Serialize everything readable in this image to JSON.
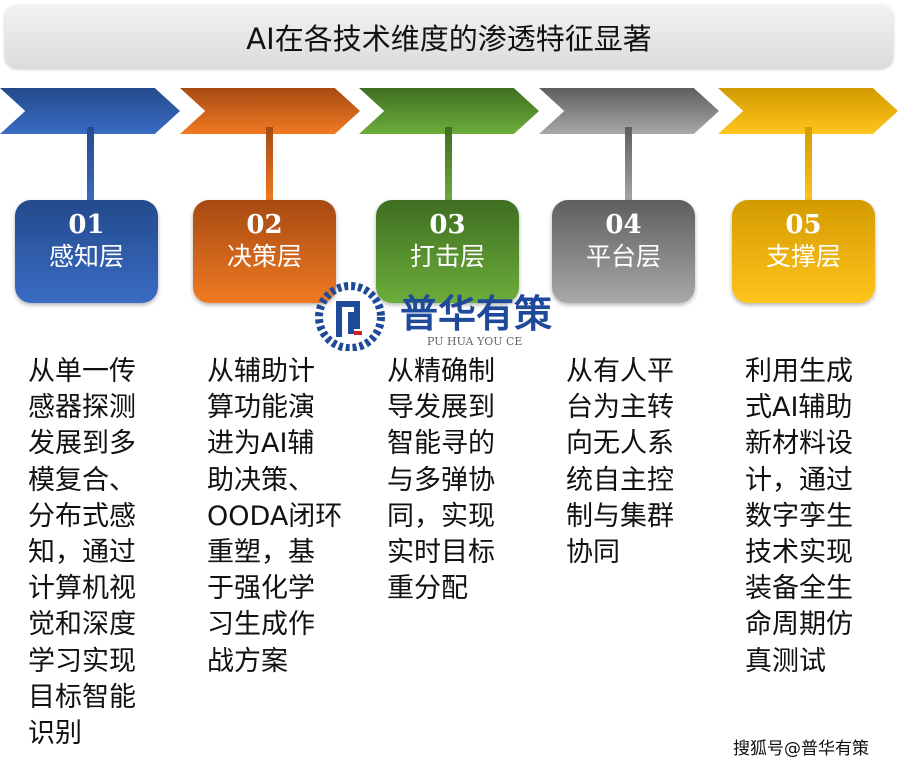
{
  "title": "AI在各技术维度的渗透特征显著",
  "colors": {
    "blue": "#3a6cc4",
    "orange": "#f07a22",
    "green": "#6cad3a",
    "gray": "#a8a8a8",
    "yellow": "#ffc51c"
  },
  "layers": [
    {
      "num": "01",
      "label": "感知层",
      "desc": [
        "从单一传",
        "感器探测",
        "发展到多",
        "模复合、",
        "分布式感",
        "知，通过",
        "计算机视",
        "觉和深度",
        "学习实现",
        "目标智能",
        "识别"
      ]
    },
    {
      "num": "02",
      "label": "决策层",
      "desc": [
        "从辅助计",
        "算功能演",
        "进为AI辅",
        "助决策、",
        "OODA闭环",
        "重塑，基",
        "于强化学",
        "习生成作",
        "战方案"
      ]
    },
    {
      "num": "03",
      "label": "打击层",
      "desc": [
        "从精确制",
        "导发展到",
        "智能寻的",
        "与多弹协",
        "同，实现",
        "实时目标",
        "重分配"
      ]
    },
    {
      "num": "04",
      "label": "平台层",
      "desc": [
        "从有人平",
        "台为主转",
        "向无人系",
        "统自主控",
        "制与集群",
        "协同"
      ]
    },
    {
      "num": "05",
      "label": "支撑层",
      "desc": [
        "利用生成",
        "式AI辅助",
        "新材料设",
        "计，通过",
        "数字孪生",
        "技术实现",
        "装备全生",
        "命周期仿",
        "真测试"
      ]
    }
  ],
  "watermark": {
    "name": "普华有策",
    "pinyin": "PU HUA YOU CE"
  },
  "footer": "搜狐号@普华有策"
}
